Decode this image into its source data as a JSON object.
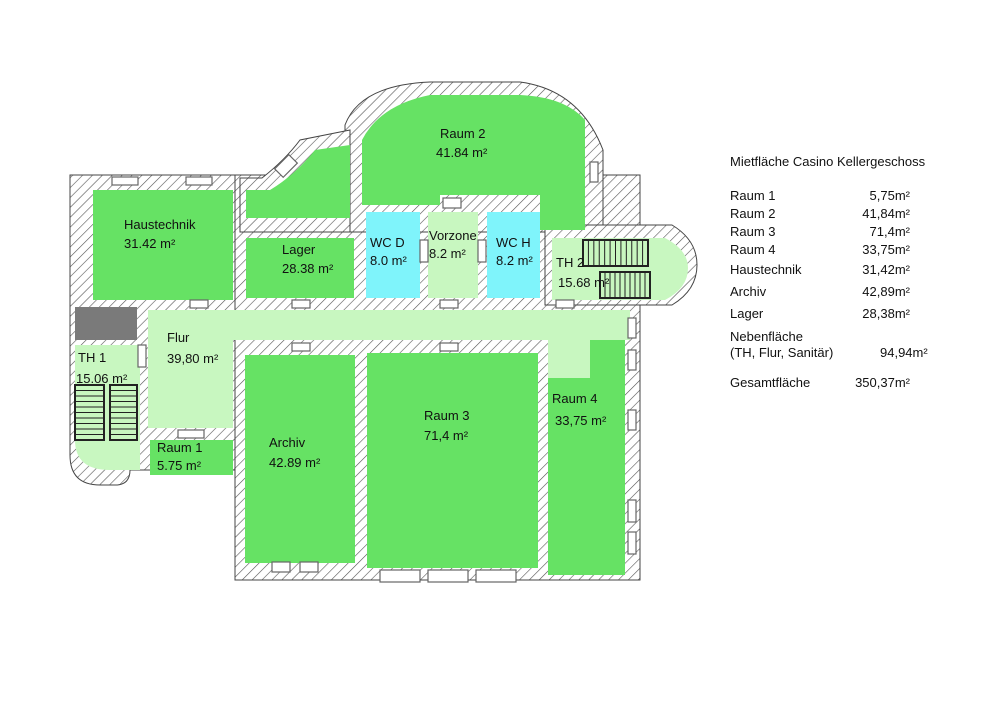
{
  "colors": {
    "room": "#66e264",
    "aux": "#c8f7c0",
    "sanitary": "#7ff4fb",
    "wall_hatch": "#555555",
    "stair_block": "#7a7a7a"
  },
  "rooms": {
    "haustechnik": {
      "name": "Haustechnik",
      "area": "31.42 m²"
    },
    "lager": {
      "name": "Lager",
      "area": "28.38 m²"
    },
    "raum2": {
      "name": "Raum 2",
      "area": "41.84 m²"
    },
    "wcd": {
      "name": "WC D",
      "area": "8.0 m²"
    },
    "vorzone": {
      "name": "Vorzone",
      "area": "8.2 m²"
    },
    "wch": {
      "name": "WC H",
      "area": "8.2 m²"
    },
    "th2": {
      "name": "TH 2",
      "area": "15.68 m²"
    },
    "flur": {
      "name": "Flur",
      "area": "39,80 m²"
    },
    "th1": {
      "name": "TH 1",
      "area": "15.06 m²"
    },
    "raum1": {
      "name": "Raum 1",
      "area": "5.75 m²"
    },
    "archiv": {
      "name": "Archiv",
      "area": "42.89 m²"
    },
    "raum3": {
      "name": "Raum 3",
      "area": "71,4 m²"
    },
    "raum4": {
      "name": "Raum 4",
      "area": "33,75 m²"
    }
  },
  "legend": {
    "title": "Mietfläche Casino Kellergeschoss",
    "rows": [
      {
        "name": "Raum 1",
        "value": "5,75m²"
      },
      {
        "name": "Raum 2",
        "value": "41,84m²"
      },
      {
        "name": "Raum 3",
        "value": "71,4m²"
      },
      {
        "name": "Raum 4",
        "value": "33,75m²"
      },
      {
        "name": "Haustechnik",
        "value": "31,42m²"
      },
      {
        "name": "Archiv",
        "value": "42,89m²"
      },
      {
        "name": "Lager",
        "value": "28,38m²"
      }
    ],
    "aux_name_1": "Nebenfläche",
    "aux_name_2": "(TH, Flur, Sanitär)",
    "aux_value": "94,94m²",
    "total_name": "Gesamtfläche",
    "total_value": "350,37m²"
  }
}
